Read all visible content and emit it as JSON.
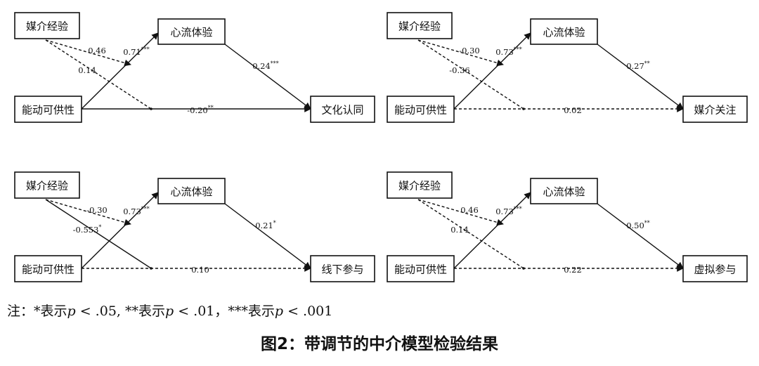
{
  "panels": [
    {
      "moderator": "媒介经验",
      "predictor": "能动可供性",
      "mediator": "心流体验",
      "outcome": "文化认同",
      "paths": {
        "moderator_to_a": {
          "label": "0.46",
          "sup": ""
        },
        "moderator_to_c": {
          "label": "0.14",
          "sup": ""
        },
        "a": {
          "label": "0.71",
          "sup": "***"
        },
        "b": {
          "label": "0.24",
          "sup": "***"
        },
        "c": {
          "label": "-0.20",
          "sup": "**"
        }
      },
      "solid": {
        "mod_a": false,
        "mod_c": false,
        "a": true,
        "b": true,
        "c": true
      }
    },
    {
      "moderator": "媒介经验",
      "predictor": "能动可供性",
      "mediator": "心流体验",
      "outcome": "媒介关注",
      "paths": {
        "moderator_to_a": {
          "label": "-0.30",
          "sup": ""
        },
        "moderator_to_c": {
          "label": "-0.36",
          "sup": ""
        },
        "a": {
          "label": "0.73",
          "sup": "***"
        },
        "b": {
          "label": "0.27",
          "sup": "**"
        },
        "c": {
          "label": "0.02",
          "sup": ""
        }
      },
      "solid": {
        "mod_a": false,
        "mod_c": false,
        "a": true,
        "b": true,
        "c": false
      }
    },
    {
      "moderator": "媒介经验",
      "predictor": "能动可供性",
      "mediator": "心流体验",
      "outcome": "线下参与",
      "paths": {
        "moderator_to_a": {
          "label": "-0.30",
          "sup": ""
        },
        "moderator_to_c": {
          "label": "-0.553",
          "sup": "*"
        },
        "a": {
          "label": "0.73",
          "sup": "***"
        },
        "b": {
          "label": "0.21",
          "sup": "*"
        },
        "c": {
          "label": "0.10",
          "sup": ""
        }
      },
      "solid": {
        "mod_a": false,
        "mod_c": true,
        "a": true,
        "b": true,
        "c": false
      }
    },
    {
      "moderator": "媒介经验",
      "predictor": "能动可供性",
      "mediator": "心流体验",
      "outcome": "虚拟参与",
      "paths": {
        "moderator_to_a": {
          "label": "0.46",
          "sup": ""
        },
        "moderator_to_c": {
          "label": "0.14",
          "sup": ""
        },
        "a": {
          "label": "0.73",
          "sup": "***"
        },
        "b": {
          "label": "0.50",
          "sup": "**"
        },
        "c": {
          "label": "0.22",
          "sup": ""
        }
      },
      "solid": {
        "mod_a": false,
        "mod_c": false,
        "a": true,
        "b": true,
        "c": false
      }
    }
  ],
  "note": {
    "prefix": "注：*表示",
    "p1": "p",
    "t1": " < .05, **表示",
    "p2": "p",
    "t2": " < .01，***表示",
    "p3": "p",
    "t3": " < .001"
  },
  "caption": "图2：带调节的中介模型检验结果"
}
